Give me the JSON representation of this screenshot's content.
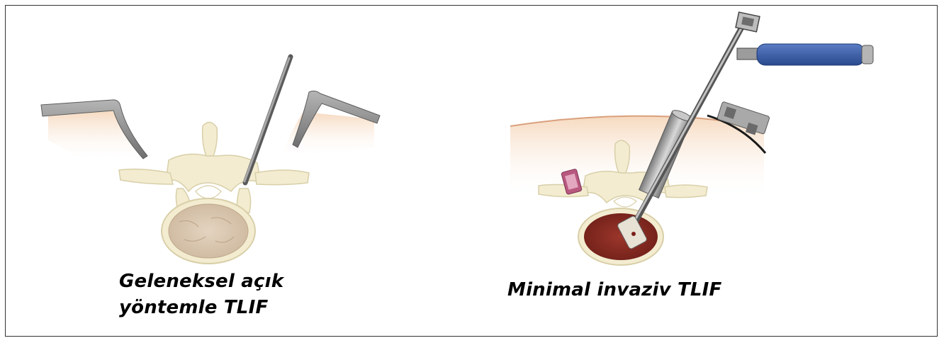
{
  "captions": {
    "left_line1": "Geleneksel açık",
    "left_line2": "yöntemle TLIF",
    "right": "Minimal invaziv TLIF"
  },
  "colors": {
    "border": "#333333",
    "bone": "#f3ecd0",
    "bone_outline": "#d8cfa8",
    "skin": "#f6d9bf",
    "disc_open": "#d9c6b0",
    "disc_minimal": "#8a2b22",
    "retractor": "#8f8f8f",
    "handle": "#3a5ea8",
    "instrument": "#9a9a9a"
  }
}
